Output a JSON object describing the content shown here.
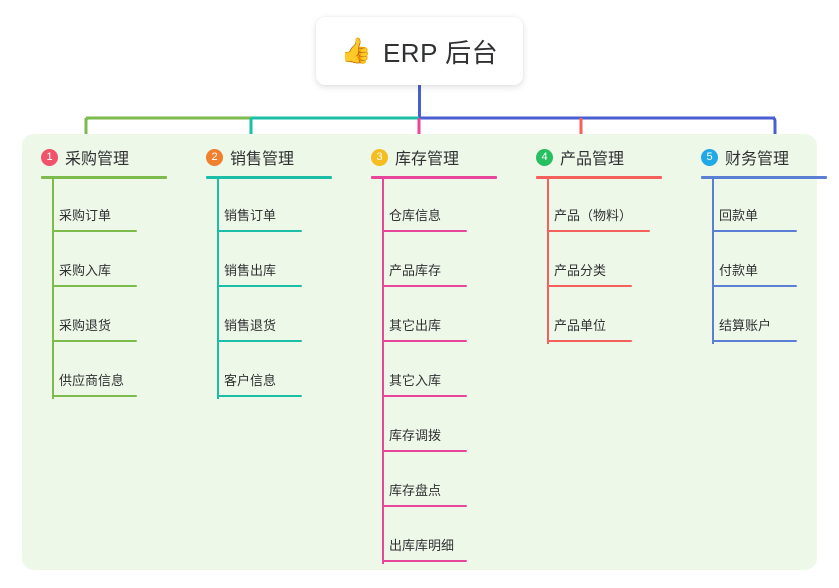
{
  "root": {
    "icon": "thumbs-up-icon",
    "emoji": "👍",
    "title": "ERP 后台"
  },
  "panel": {
    "background_color": "#eef8e9"
  },
  "columns": [
    {
      "number": "1",
      "title": "采购管理",
      "badge_color": "#f0546b",
      "line_color": "#7cbb4c",
      "drop_color": "#7cbb4c",
      "items": [
        {
          "label": "采购订单"
        },
        {
          "label": "采购入库"
        },
        {
          "label": "采购退货"
        },
        {
          "label": "供应商信息"
        }
      ]
    },
    {
      "number": "2",
      "title": "销售管理",
      "badge_color": "#f08030",
      "line_color": "#1bbfa7",
      "drop_color": "#1bbfa7",
      "items": [
        {
          "label": "销售订单"
        },
        {
          "label": "销售出库"
        },
        {
          "label": "销售退货"
        },
        {
          "label": "客户信息"
        }
      ]
    },
    {
      "number": "3",
      "title": "库存管理",
      "badge_color": "#f5bd1f",
      "line_color": "#e8469b",
      "drop_color": "#e8469b",
      "items": [
        {
          "label": "仓库信息"
        },
        {
          "label": "产品库存"
        },
        {
          "label": "其它出库"
        },
        {
          "label": "其它入库"
        },
        {
          "label": "库存调拨"
        },
        {
          "label": "库存盘点"
        },
        {
          "label": "出库库明细"
        }
      ]
    },
    {
      "number": "4",
      "title": "产品管理",
      "badge_color": "#27bf60",
      "line_color": "#f4605c",
      "drop_color": "#f4605c",
      "items": [
        {
          "label": "产品（物料）"
        },
        {
          "label": "产品分类"
        },
        {
          "label": "产品单位"
        }
      ]
    },
    {
      "number": "5",
      "title": "财务管理",
      "badge_color": "#20a8e8",
      "line_color": "#5b7fd4",
      "drop_color": "#4a5fcf",
      "items": [
        {
          "label": "回款单"
        },
        {
          "label": "付款单"
        },
        {
          "label": "结算账户"
        }
      ]
    }
  ],
  "connectors": {
    "stem_color": "#4a5fcf",
    "bus_segment_1_color": "#7cbb4c",
    "bus_segment_2_color": "#1bbfa7",
    "bus_segment_3_color": "#4a5fcf"
  }
}
